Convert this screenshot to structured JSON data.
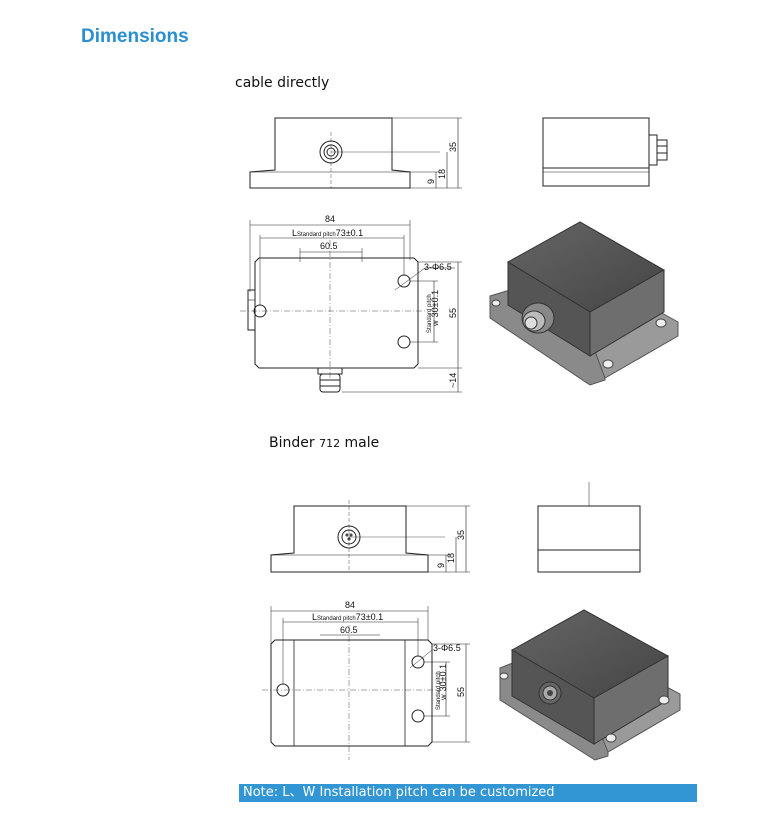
{
  "heading": "Dimensions",
  "sections": [
    {
      "label": "cable directly"
    },
    {
      "label_main": "Binder",
      "label_num": "712",
      "label_tail": "male"
    }
  ],
  "dims": {
    "d35": "35",
    "d18": "18",
    "d9": "9",
    "d84": "84",
    "pitch_prefix": "L",
    "pitch_small": "Standard pitch",
    "pitch_val": "73±0.1",
    "d60": "60.5",
    "hole": "3-Φ6.5",
    "d55": "55",
    "w_small": "Standard pitch",
    "w_prefix": "W",
    "w_val": "30±0.1",
    "d14": "~14"
  },
  "note": "Note: L、W Installation pitch can be customized",
  "colors": {
    "accent": "#2a8fd0",
    "note_bg": "#3196d3"
  }
}
